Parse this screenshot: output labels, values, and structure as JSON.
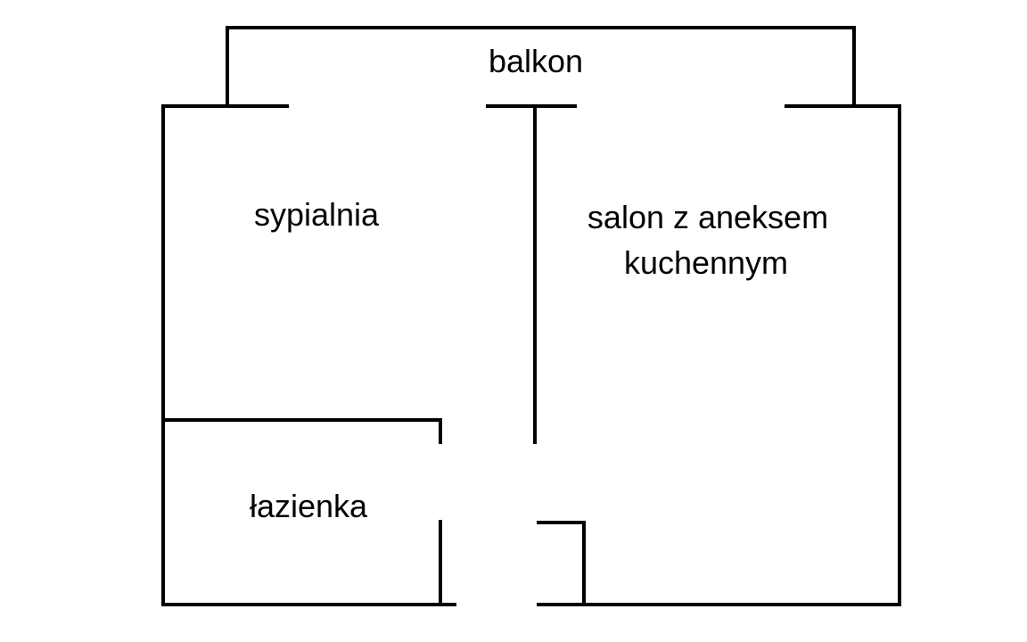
{
  "rooms": {
    "balcony": "balkon",
    "bedroom": "sypialnia",
    "living_room_line1": "salon z aneksem",
    "living_room_line2": "kuchennym",
    "bathroom": "łazienka"
  },
  "colors": {
    "wall": "#000000",
    "background": "#ffffff",
    "text": "#000000"
  }
}
